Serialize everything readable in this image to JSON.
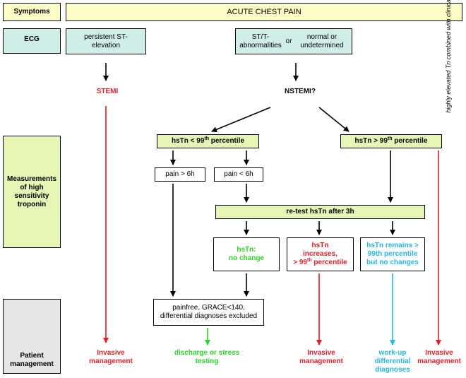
{
  "categories": {
    "symptoms": "Symptoms",
    "ecg": "ECG",
    "measurements": "Measurements of high sensitivity troponin",
    "patient_management": "Patient management"
  },
  "header": {
    "title": "ACUTE CHEST PAIN"
  },
  "ecg": {
    "persistent": "persistent ST-elevation",
    "st_t": "ST/T-abnormalities",
    "or": "or",
    "normal": "normal or undetermined"
  },
  "diagnosis": {
    "stemi": "STEMI",
    "nstemi": "NSTEMI?"
  },
  "troponin": {
    "below_prefix": "hsTn < 99",
    "above_prefix": "hsTn > 99",
    "superscript": "th",
    "percentile_suffix": " percentile",
    "pain_over": "pain > 6h",
    "pain_under": "pain < 6h",
    "retest": "re-test hsTn after 3h"
  },
  "outcomes": {
    "no_change_title": "hsTn:",
    "no_change": "no change",
    "increases_line1": "hsTn",
    "increases_line2": "increases,",
    "increases_line3": "> 99",
    "remains": "hsTn remains > 99th percentile but no changes",
    "painfree": "painfree, GRACE<140, differential diagnoses excluded"
  },
  "management": {
    "invasive": "Invasive management",
    "discharge": "discharge or stress testing",
    "workup": "work-up differential diagnoses"
  },
  "side_note": "highly elevated Tn combined with clinical presentation",
  "colors": {
    "red": "#e8202a",
    "green": "#2ad42a",
    "cyan": "#26b6e8",
    "black": "#000000"
  }
}
